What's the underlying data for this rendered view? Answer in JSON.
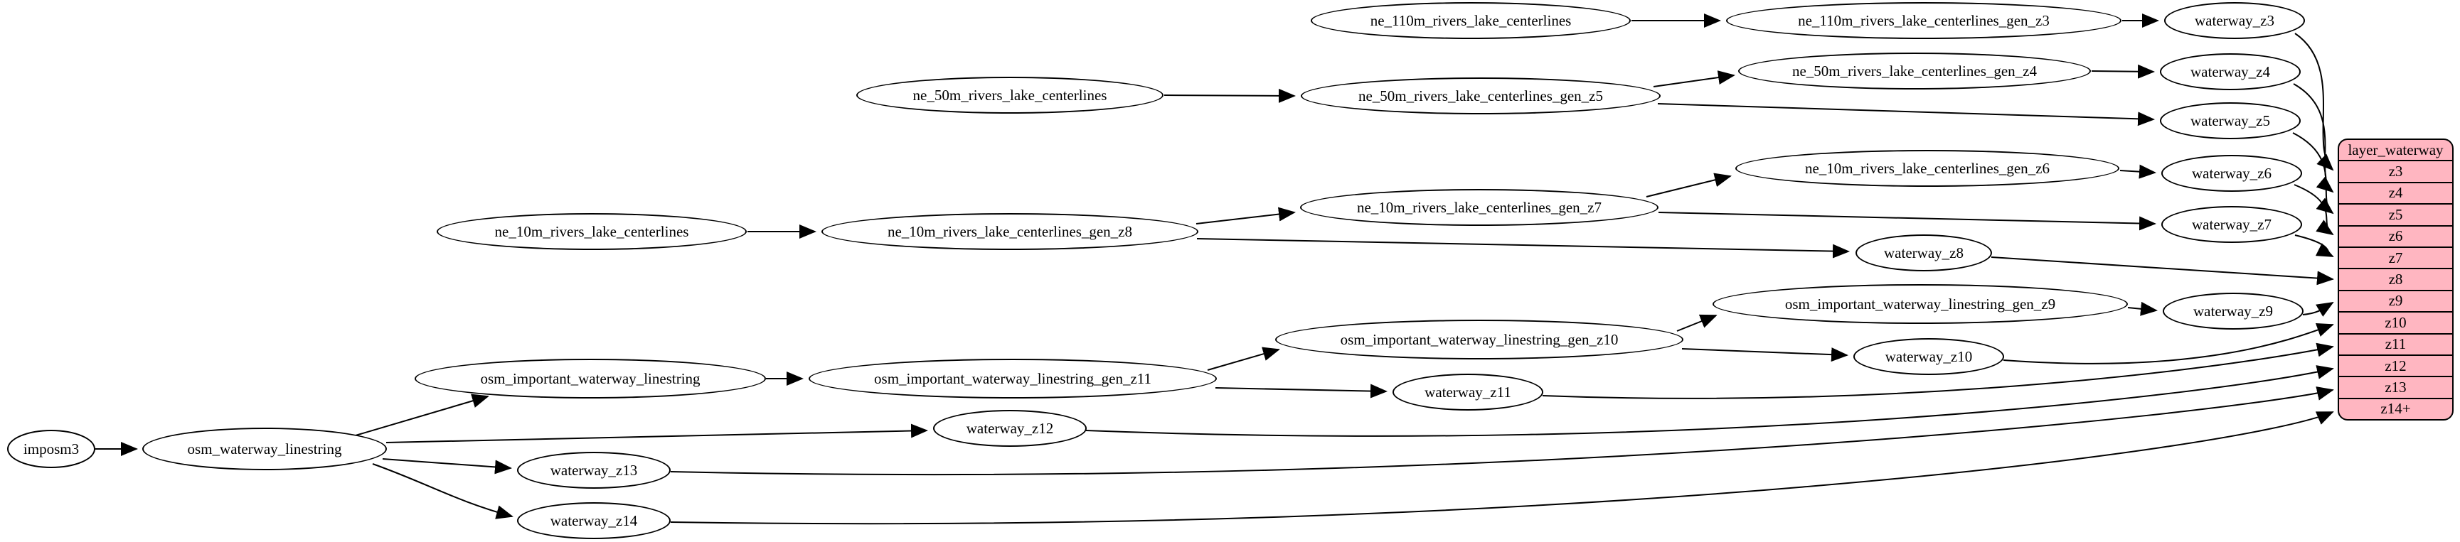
{
  "nodes": {
    "imposm3": {
      "label": "imposm3"
    },
    "osm_waterway_linestring": {
      "label": "osm_waterway_linestring"
    },
    "osm_important_waterway_linestring": {
      "label": "osm_important_waterway_linestring"
    },
    "osm_important_waterway_linestring_gen_z11": {
      "label": "osm_important_waterway_linestring_gen_z11"
    },
    "osm_important_waterway_linestring_gen_z10": {
      "label": "osm_important_waterway_linestring_gen_z10"
    },
    "osm_important_waterway_linestring_gen_z9": {
      "label": "osm_important_waterway_linestring_gen_z9"
    },
    "ne_110m_rivers_lake_centerlines": {
      "label": "ne_110m_rivers_lake_centerlines"
    },
    "ne_110m_rivers_lake_centerlines_gen_z3": {
      "label": "ne_110m_rivers_lake_centerlines_gen_z3"
    },
    "ne_50m_rivers_lake_centerlines": {
      "label": "ne_50m_rivers_lake_centerlines"
    },
    "ne_50m_rivers_lake_centerlines_gen_z5": {
      "label": "ne_50m_rivers_lake_centerlines_gen_z5"
    },
    "ne_50m_rivers_lake_centerlines_gen_z4": {
      "label": "ne_50m_rivers_lake_centerlines_gen_z4"
    },
    "ne_10m_rivers_lake_centerlines": {
      "label": "ne_10m_rivers_lake_centerlines"
    },
    "ne_10m_rivers_lake_centerlines_gen_z8": {
      "label": "ne_10m_rivers_lake_centerlines_gen_z8"
    },
    "ne_10m_rivers_lake_centerlines_gen_z7": {
      "label": "ne_10m_rivers_lake_centerlines_gen_z7"
    },
    "ne_10m_rivers_lake_centerlines_gen_z6": {
      "label": "ne_10m_rivers_lake_centerlines_gen_z6"
    },
    "waterway_z3": {
      "label": "waterway_z3"
    },
    "waterway_z4": {
      "label": "waterway_z4"
    },
    "waterway_z5": {
      "label": "waterway_z5"
    },
    "waterway_z6": {
      "label": "waterway_z6"
    },
    "waterway_z7": {
      "label": "waterway_z7"
    },
    "waterway_z8": {
      "label": "waterway_z8"
    },
    "waterway_z9": {
      "label": "waterway_z9"
    },
    "waterway_z10": {
      "label": "waterway_z10"
    },
    "waterway_z11": {
      "label": "waterway_z11"
    },
    "waterway_z12": {
      "label": "waterway_z12"
    },
    "waterway_z13": {
      "label": "waterway_z13"
    },
    "waterway_z14": {
      "label": "waterway_z14"
    }
  },
  "record": {
    "title": "layer_waterway",
    "rows": [
      "z3",
      "z4",
      "z5",
      "z6",
      "z7",
      "z8",
      "z9",
      "z10",
      "z11",
      "z12",
      "z13",
      "z14+"
    ]
  },
  "edges": [
    {
      "from": "imposm3",
      "to": "osm_waterway_linestring"
    },
    {
      "from": "osm_waterway_linestring",
      "to": "osm_important_waterway_linestring"
    },
    {
      "from": "osm_waterway_linestring",
      "to": "waterway_z12"
    },
    {
      "from": "osm_waterway_linestring",
      "to": "waterway_z13"
    },
    {
      "from": "osm_waterway_linestring",
      "to": "waterway_z14"
    },
    {
      "from": "osm_important_waterway_linestring",
      "to": "osm_important_waterway_linestring_gen_z11"
    },
    {
      "from": "osm_important_waterway_linestring_gen_z11",
      "to": "osm_important_waterway_linestring_gen_z10"
    },
    {
      "from": "osm_important_waterway_linestring_gen_z11",
      "to": "waterway_z11"
    },
    {
      "from": "osm_important_waterway_linestring_gen_z10",
      "to": "osm_important_waterway_linestring_gen_z9"
    },
    {
      "from": "osm_important_waterway_linestring_gen_z10",
      "to": "waterway_z10"
    },
    {
      "from": "osm_important_waterway_linestring_gen_z9",
      "to": "waterway_z9"
    },
    {
      "from": "ne_110m_rivers_lake_centerlines",
      "to": "ne_110m_rivers_lake_centerlines_gen_z3"
    },
    {
      "from": "ne_110m_rivers_lake_centerlines_gen_z3",
      "to": "waterway_z3"
    },
    {
      "from": "ne_50m_rivers_lake_centerlines",
      "to": "ne_50m_rivers_lake_centerlines_gen_z5"
    },
    {
      "from": "ne_50m_rivers_lake_centerlines_gen_z5",
      "to": "ne_50m_rivers_lake_centerlines_gen_z4"
    },
    {
      "from": "ne_50m_rivers_lake_centerlines_gen_z5",
      "to": "waterway_z5"
    },
    {
      "from": "ne_50m_rivers_lake_centerlines_gen_z4",
      "to": "waterway_z4"
    },
    {
      "from": "ne_10m_rivers_lake_centerlines",
      "to": "ne_10m_rivers_lake_centerlines_gen_z8"
    },
    {
      "from": "ne_10m_rivers_lake_centerlines_gen_z8",
      "to": "ne_10m_rivers_lake_centerlines_gen_z7"
    },
    {
      "from": "ne_10m_rivers_lake_centerlines_gen_z8",
      "to": "waterway_z8"
    },
    {
      "from": "ne_10m_rivers_lake_centerlines_gen_z7",
      "to": "ne_10m_rivers_lake_centerlines_gen_z6"
    },
    {
      "from": "ne_10m_rivers_lake_centerlines_gen_z7",
      "to": "waterway_z7"
    },
    {
      "from": "ne_10m_rivers_lake_centerlines_gen_z6",
      "to": "waterway_z6"
    },
    {
      "from": "waterway_z3",
      "to": "layer_waterway.z3"
    },
    {
      "from": "waterway_z4",
      "to": "layer_waterway.z4"
    },
    {
      "from": "waterway_z5",
      "to": "layer_waterway.z5"
    },
    {
      "from": "waterway_z6",
      "to": "layer_waterway.z6"
    },
    {
      "from": "waterway_z7",
      "to": "layer_waterway.z7"
    },
    {
      "from": "waterway_z8",
      "to": "layer_waterway.z8"
    },
    {
      "from": "waterway_z9",
      "to": "layer_waterway.z9"
    },
    {
      "from": "waterway_z10",
      "to": "layer_waterway.z10"
    },
    {
      "from": "waterway_z11",
      "to": "layer_waterway.z11"
    },
    {
      "from": "waterway_z12",
      "to": "layer_waterway.z12"
    },
    {
      "from": "waterway_z13",
      "to": "layer_waterway.z13"
    },
    {
      "from": "waterway_z14",
      "to": "layer_waterway.z14+"
    }
  ],
  "colors": {
    "record_fill": "#ffb6c1",
    "node_fill": "#ffffff",
    "stroke": "#000000",
    "background": "#ffffff"
  }
}
